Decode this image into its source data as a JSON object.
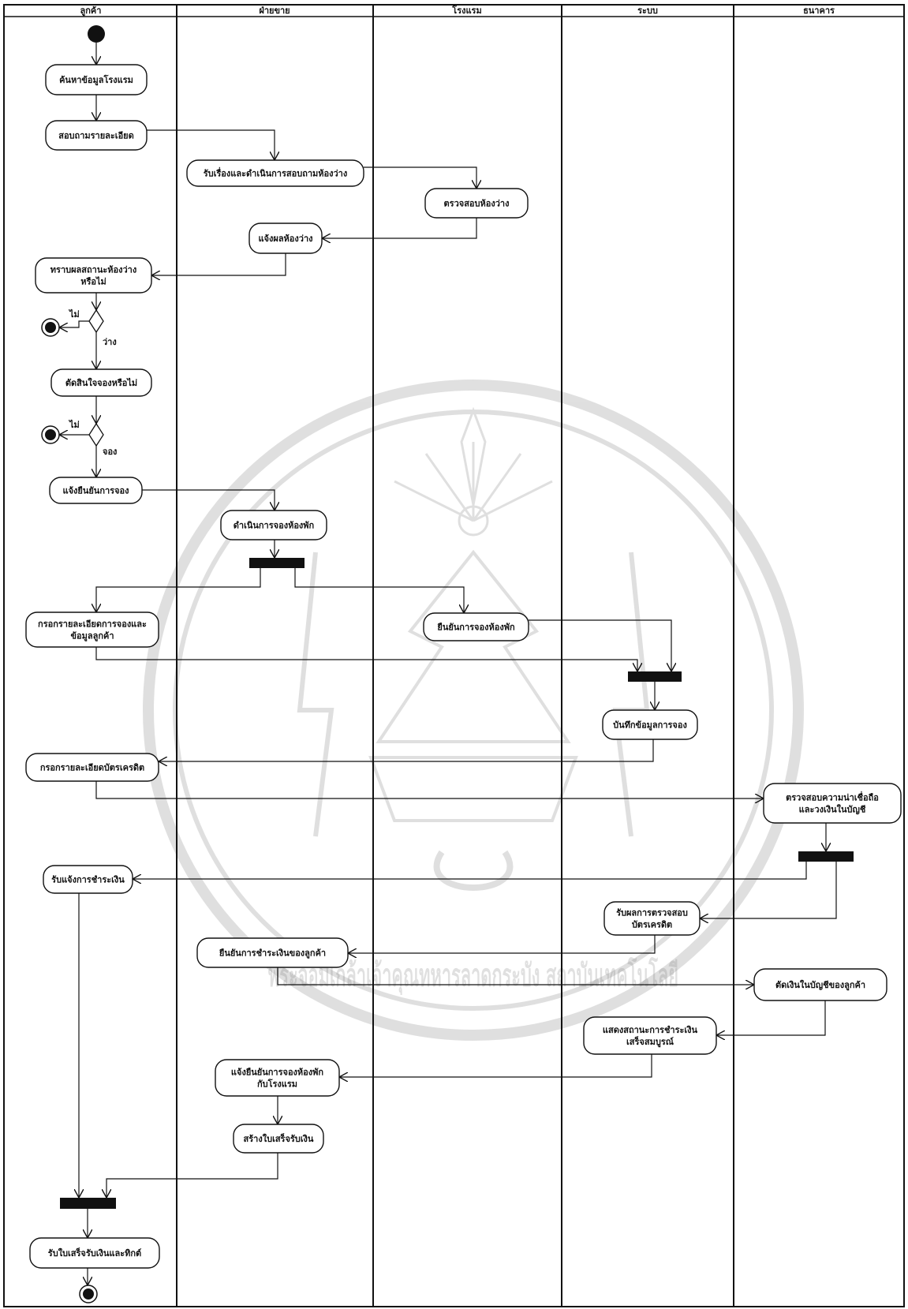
{
  "lanes": [
    "ลูกค้า",
    "ฝ่ายขาย",
    "โรงแรม",
    "ระบบ",
    "ธนาคาร"
  ],
  "activities": {
    "a1": [
      "ค้นหาข้อมูลโรงแรม"
    ],
    "a2": [
      "สอบถามรายละเอียด"
    ],
    "a3": [
      "รับเรื่องและดำเนินการสอบถามห้องว่าง"
    ],
    "a4": [
      "ตรวจสอบห้องว่าง"
    ],
    "a5": [
      "แจ้งผลห้องว่าง"
    ],
    "a6": [
      "ทราบผลสถานะห้องว่าง",
      "หรือไม่"
    ],
    "a7": [
      "ตัดสินใจจองหรือไม่"
    ],
    "a8": [
      "แจ้งยืนยันการจอง"
    ],
    "a9": [
      "ดำเนินการจองห้องพัก"
    ],
    "a10": [
      "กรอกรายละเอียดการจองและ",
      "ข้อมูลลูกค้า"
    ],
    "a11": [
      "ยืนยันการจองห้องพัก"
    ],
    "a12": [
      "บันทึกข้อมูลการจอง"
    ],
    "a13": [
      "กรอกรายละเอียดบัตรเครดิต"
    ],
    "a14": [
      "ตรวจสอบความน่าเชื่อถือ",
      "และวงเงินในบัญชี"
    ],
    "a15": [
      "รับแจ้งการชำระเงิน"
    ],
    "a16": [
      "รับผลการตรวจสอบ",
      "บัตรเครดิต"
    ],
    "a17": [
      "ยืนยันการชำระเงินของลูกค้า"
    ],
    "a18": [
      "ตัดเงินในบัญชีของลูกค้า"
    ],
    "a19": [
      "แสดงสถานะการชำระเงิน",
      "เสร็จสมบูรณ์"
    ],
    "a20": [
      "แจ้งยืนยันการจองห้องพัก",
      "กับโรงแรม"
    ],
    "a21": [
      "สร้างใบเสร็จรับเงิน"
    ],
    "a22": [
      "รับใบเสร็จรับเงินและทิกต์"
    ]
  },
  "guards": {
    "g1_no": "ไม่",
    "g1_yes": "ว่าง",
    "g2_no": "ไม่",
    "g2_yes": "จอง"
  },
  "watermark_text": "พระจอมเกล้าเจ้าคุณทหารลาดกระบัง สถาบันเทคโนโลยี"
}
